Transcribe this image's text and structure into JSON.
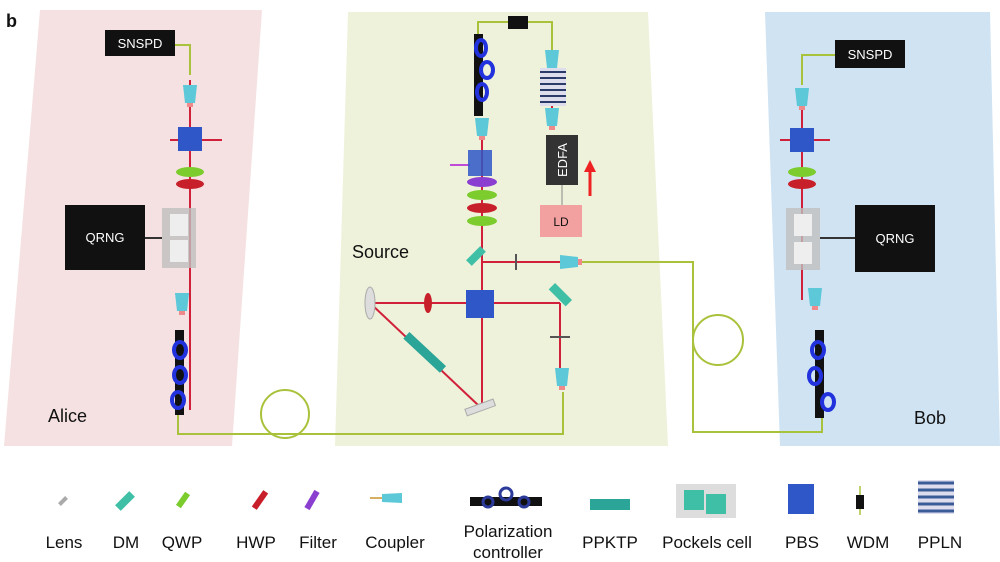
{
  "figure_label": "b",
  "parties": {
    "alice": "Alice",
    "bob": "Bob",
    "source": "Source"
  },
  "devices": {
    "alice_detector": "SNSPD",
    "bob_detector": "SNSPD",
    "alice_rng": "QRNG",
    "bob_rng": "QRNG",
    "amplifier": "EDFA",
    "laser": "LD"
  },
  "legend": [
    {
      "label": "Lens",
      "icon": "lens-icon"
    },
    {
      "label": "DM",
      "icon": "dichroic-mirror-icon"
    },
    {
      "label": "QWP",
      "icon": "quarter-wave-plate-icon"
    },
    {
      "label": "HWP",
      "icon": "half-wave-plate-icon"
    },
    {
      "label": "Filter",
      "icon": "filter-icon"
    },
    {
      "label": "Coupler",
      "icon": "coupler-icon"
    },
    {
      "label": "Polarization",
      "label2": "controller",
      "icon": "polarization-controller-icon"
    },
    {
      "label": "PPKTP",
      "icon": "ppktp-crystal-icon"
    },
    {
      "label": "Pockels cell",
      "icon": "pockels-cell-icon"
    },
    {
      "label": "PBS",
      "icon": "pbs-icon"
    },
    {
      "label": "WDM",
      "icon": "wdm-icon"
    },
    {
      "label": "PPLN",
      "icon": "ppln-icon"
    }
  ],
  "colors": {
    "alice_panel": "#f5e1e1",
    "source_panel": "#eef2da",
    "bob_panel": "#cfe3f3",
    "fiber": "#a9c23c",
    "beam": "#d0203a",
    "coupler": "#5cc8d8",
    "pbs": "#2f57c8",
    "dm": "#3fc0a6",
    "qwp": "#7ccc2e",
    "hwp": "#c8202a",
    "filter": "#8a3fd0"
  }
}
